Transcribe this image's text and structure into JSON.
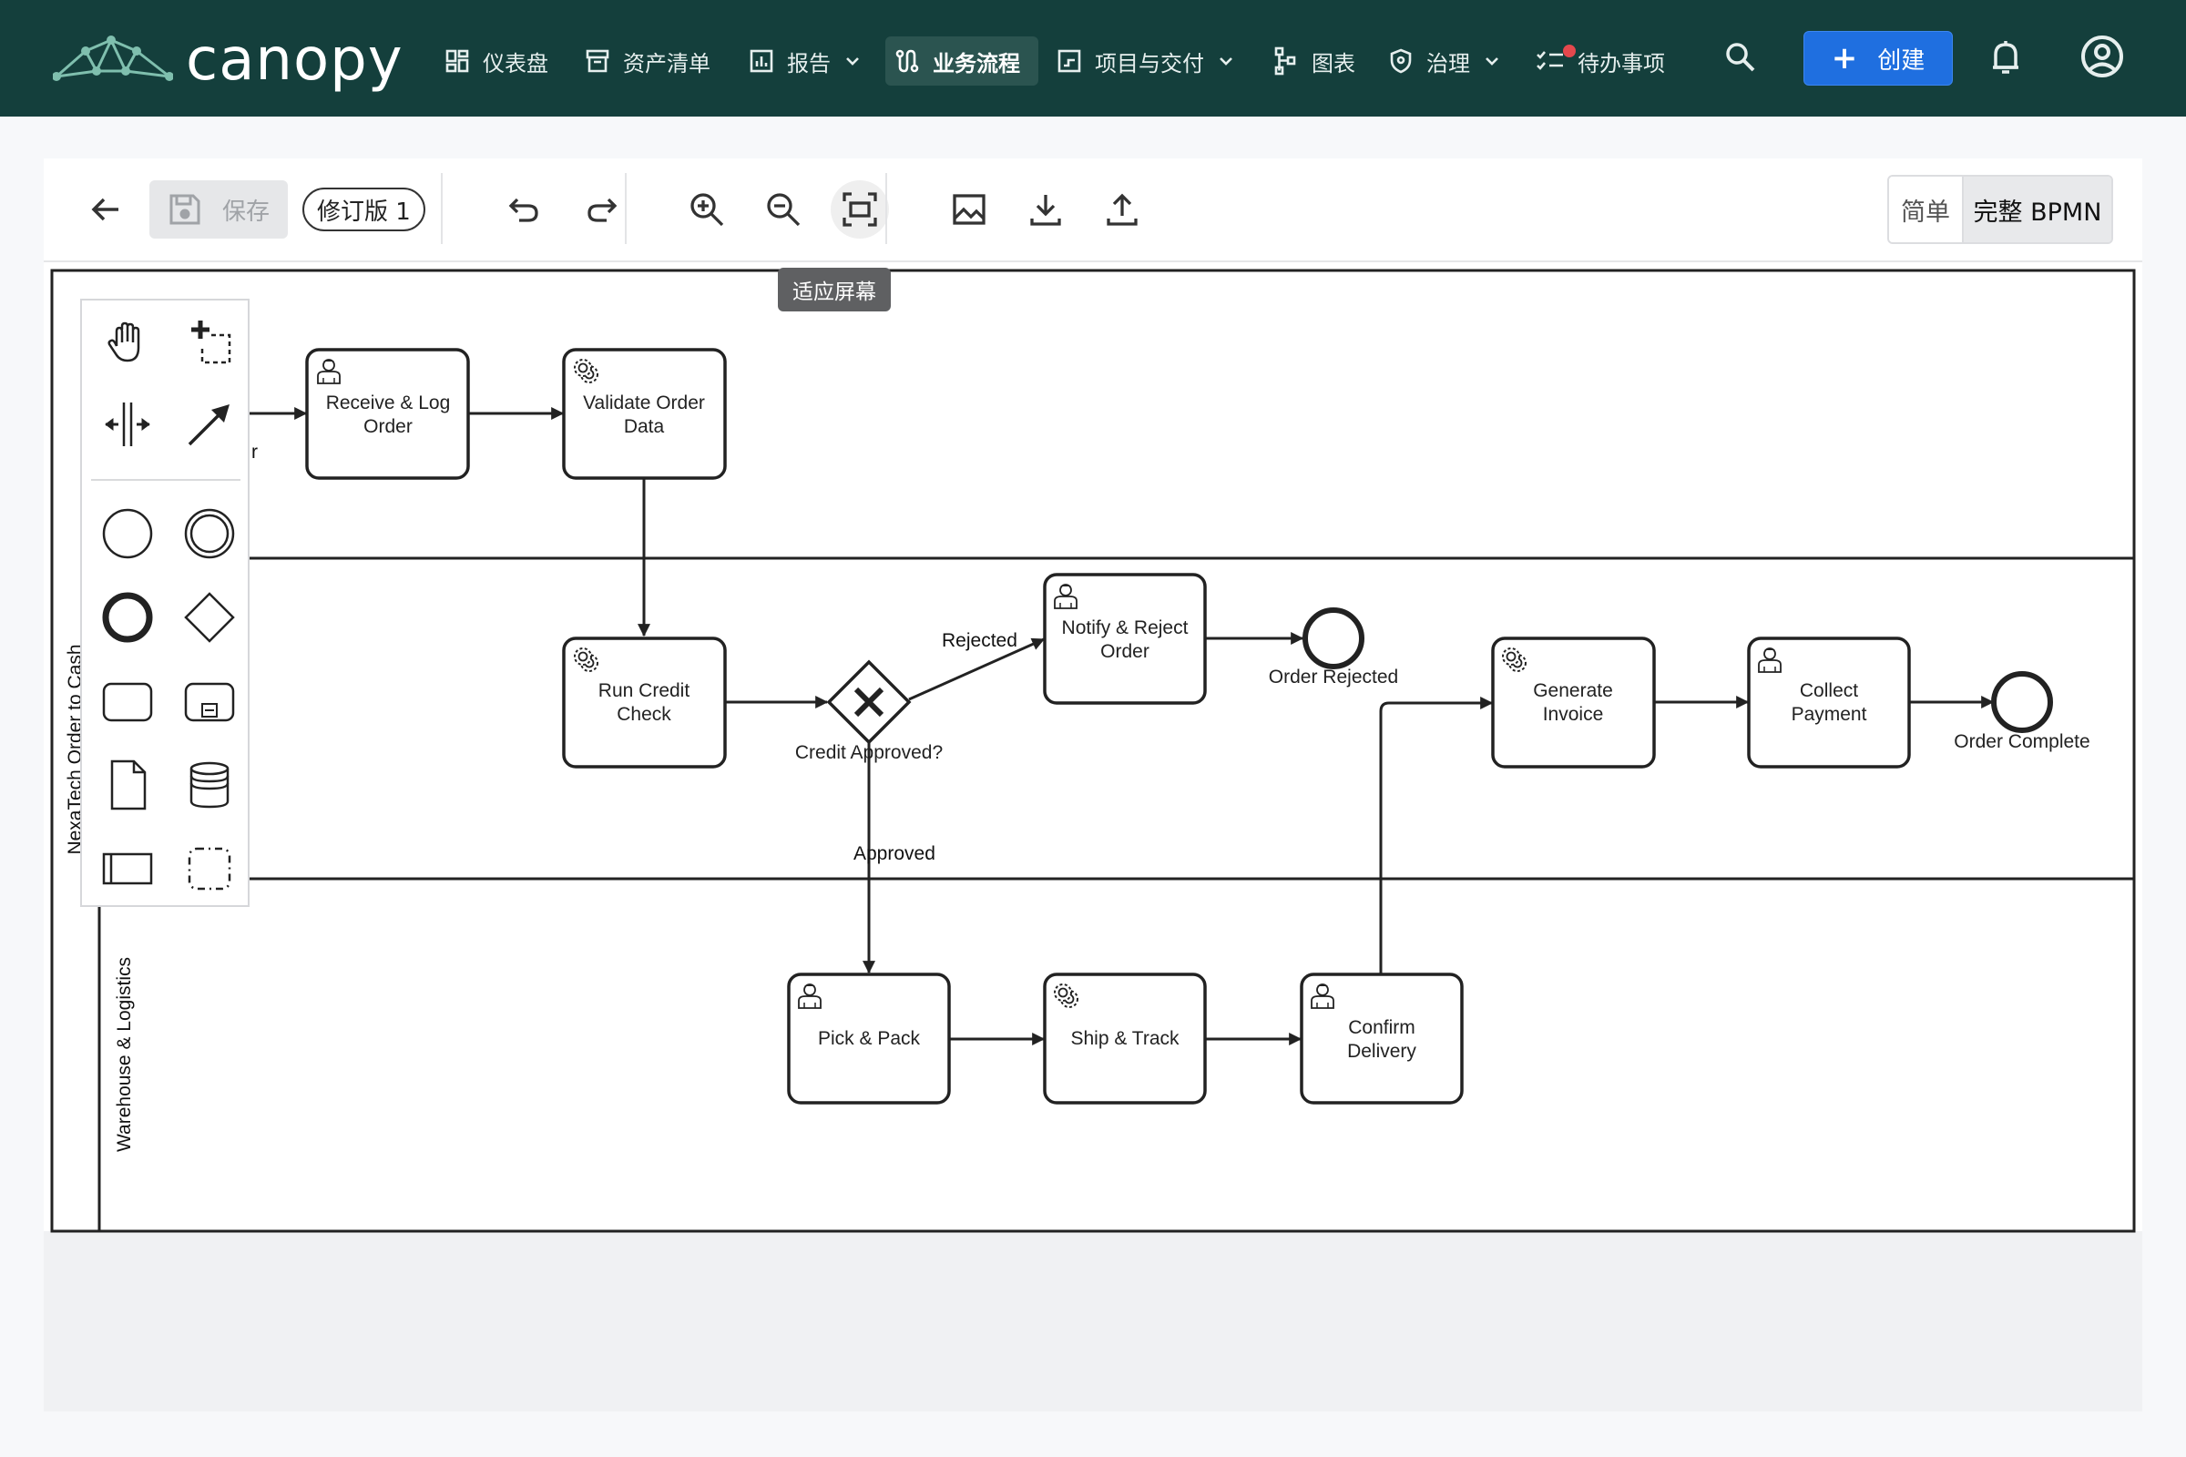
{
  "app": {
    "name": "canopy"
  },
  "nav": {
    "items": [
      {
        "label": "仪表盘",
        "icon": "dashboard-icon"
      },
      {
        "label": "资产清单",
        "icon": "archive-icon"
      },
      {
        "label": "报告",
        "icon": "bar-chart-icon",
        "dropdown": true
      },
      {
        "label": "业务流程",
        "icon": "process-icon",
        "active": true
      },
      {
        "label": "项目与交付",
        "icon": "project-icon",
        "dropdown": true
      },
      {
        "label": "图表",
        "icon": "diagram-icon"
      },
      {
        "label": "治理",
        "icon": "shield-icon",
        "dropdown": true
      },
      {
        "label": "待办事项",
        "icon": "checklist-icon",
        "has_notification": true
      }
    ],
    "create_label": "创建"
  },
  "toolbar": {
    "save_label": "保存",
    "revision_label": "修订版 1",
    "mode_simple": "简单",
    "mode_full": "完整 BPMN",
    "tooltip": "适应屏幕"
  },
  "diagram": {
    "pool_label": "NexaTech Order to Cash",
    "lane_bottom_label": "Warehouse & Logistics",
    "partial_label": "r",
    "tasks": {
      "receive": [
        "Receive & Log",
        "Order"
      ],
      "validate": [
        "Validate Order",
        "Data"
      ],
      "credit": [
        "Run Credit",
        "Check"
      ],
      "notify": [
        "Notify & Reject",
        "Order"
      ],
      "invoice": [
        "Generate",
        "Invoice"
      ],
      "payment": [
        "Collect",
        "Payment"
      ],
      "pick": [
        "Pick & Pack"
      ],
      "ship": [
        "Ship & Track"
      ],
      "confirm": [
        "Confirm",
        "Delivery"
      ]
    },
    "gateway_label": "Credit Approved?",
    "flow_rejected": "Rejected",
    "flow_approved": "Approved",
    "end_rejected": "Order Rejected",
    "end_complete": "Order Complete"
  },
  "colors": {
    "nav_bg": "#143f3c",
    "accent": "#1f6fe0",
    "notification": "#e5484d"
  }
}
